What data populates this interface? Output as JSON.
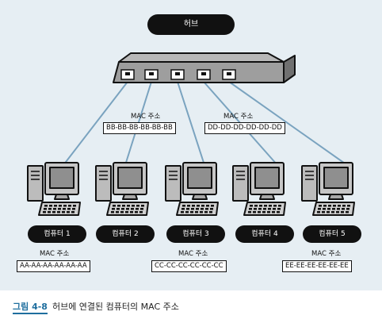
{
  "hub": {
    "label": "허브"
  },
  "computers": [
    {
      "label": "컴퓨터 1",
      "mac_label": "MAC 주소",
      "mac": "AA-AA-AA-AA-AA-AA"
    },
    {
      "label": "컴퓨터 2",
      "mac_label": "MAC 주소",
      "mac": "BB-BB-BB-BB-BB-BB"
    },
    {
      "label": "컴퓨터 3",
      "mac_label": "MAC 주소",
      "mac": "CC-CC-CC-CC-CC-CC"
    },
    {
      "label": "컴퓨터 4",
      "mac_label": "MAC 주소",
      "mac": "DD-DD-DD-DD-DD-DD"
    },
    {
      "label": "컴퓨터 5",
      "mac_label": "MAC 주소",
      "mac": "EE-EE-EE-EE-EE-EE"
    }
  ],
  "caption": {
    "number": "그림 4-8",
    "text": "허브에 연결된 컴퓨터의 MAC 주소"
  },
  "colors": {
    "background": "#e6eef3",
    "cable": "#7aa3bf",
    "accent": "#1e6e9e"
  }
}
